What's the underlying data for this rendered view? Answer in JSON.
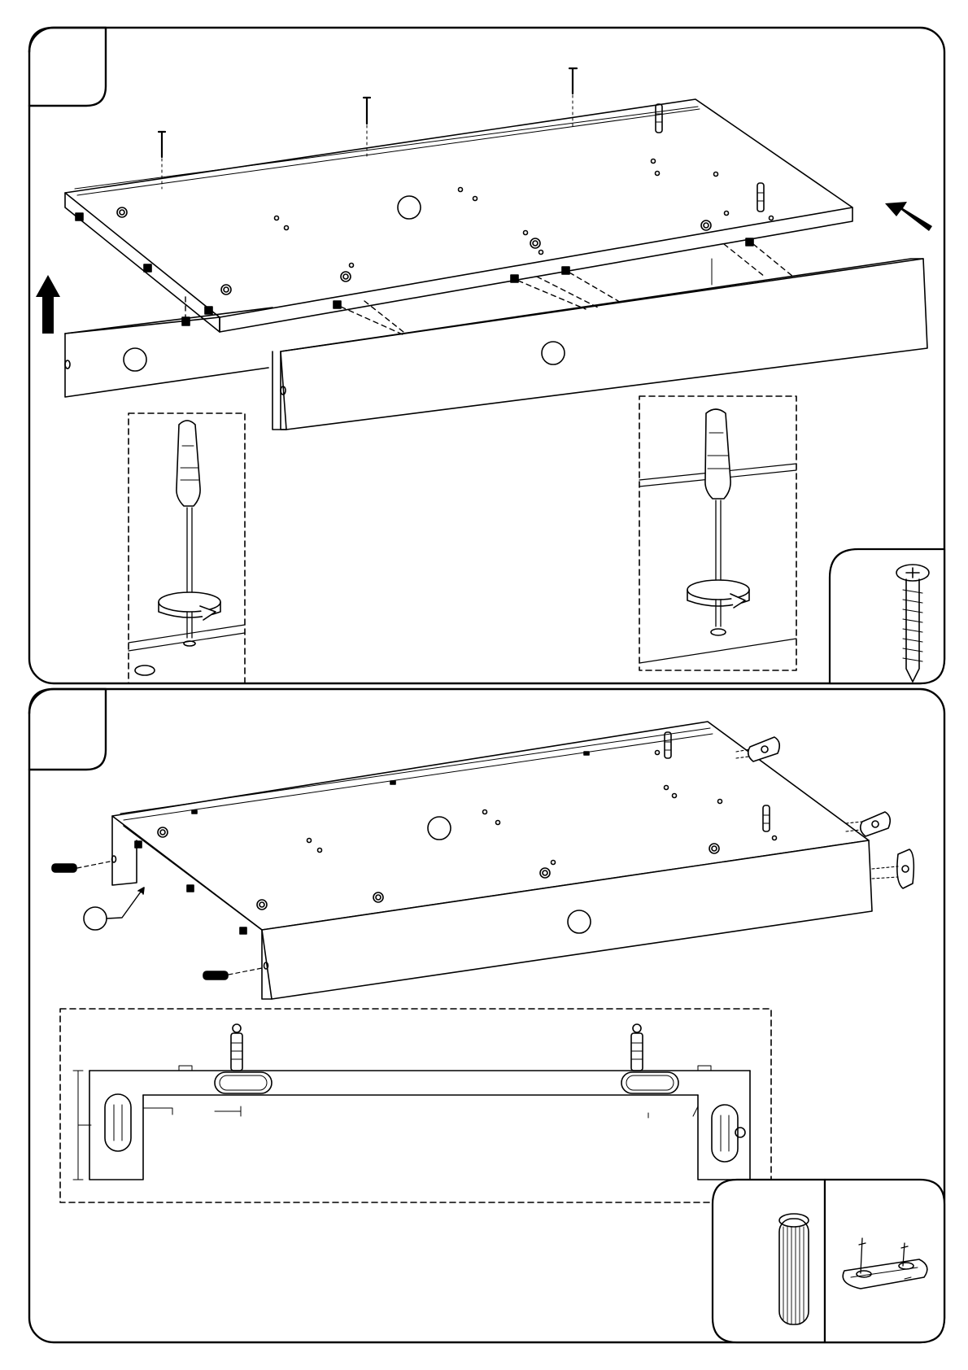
{
  "document": {
    "type": "assembly-instructions",
    "steps": [
      {
        "step_number": "",
        "parts": [
          "screw",
          "pin"
        ],
        "tools": [
          "screwdriver"
        ],
        "part_callouts": [
          {
            "name": "screw-icon"
          }
        ]
      },
      {
        "step_number": "",
        "parts": [
          "wooden-dowel",
          "cam-connector",
          "metal-pin"
        ],
        "part_callouts": [
          {
            "name": "dowel-icon"
          },
          {
            "name": "connector-bracket-icon"
          }
        ]
      }
    ]
  },
  "colors": {
    "line": "#000000",
    "paper": "#ffffff",
    "hatch": "#555555"
  }
}
